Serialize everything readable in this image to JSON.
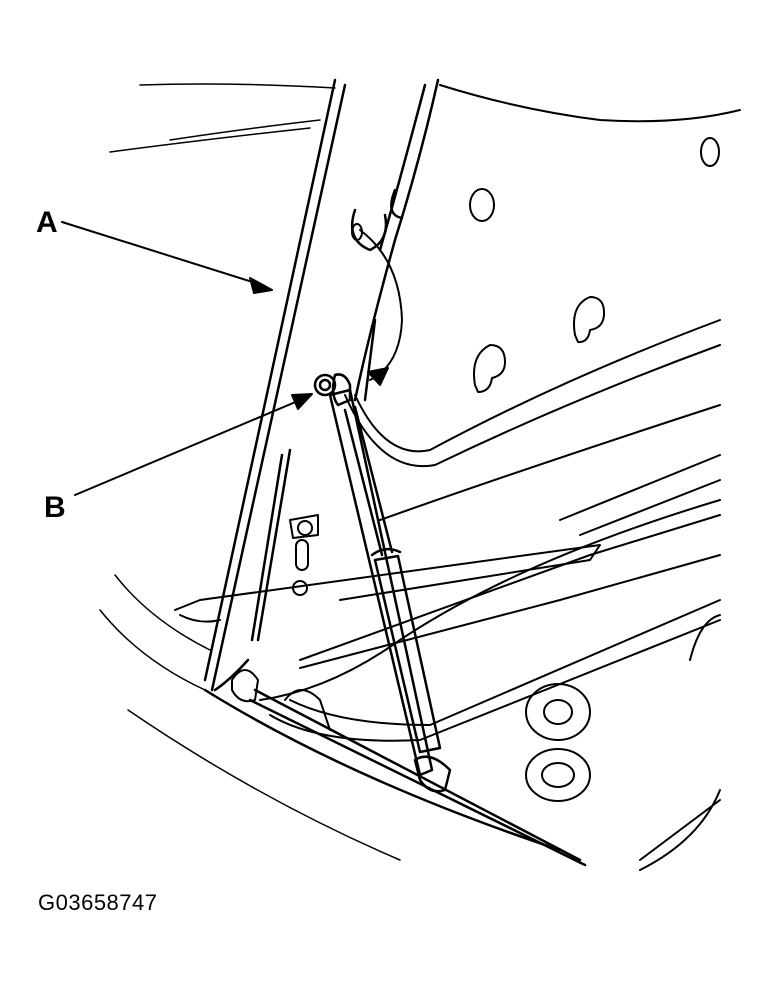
{
  "labels": {
    "a": "A",
    "b": "B"
  },
  "figure_code": "G03658747",
  "colors": {
    "ink": "#000000",
    "paper": "#ffffff"
  }
}
